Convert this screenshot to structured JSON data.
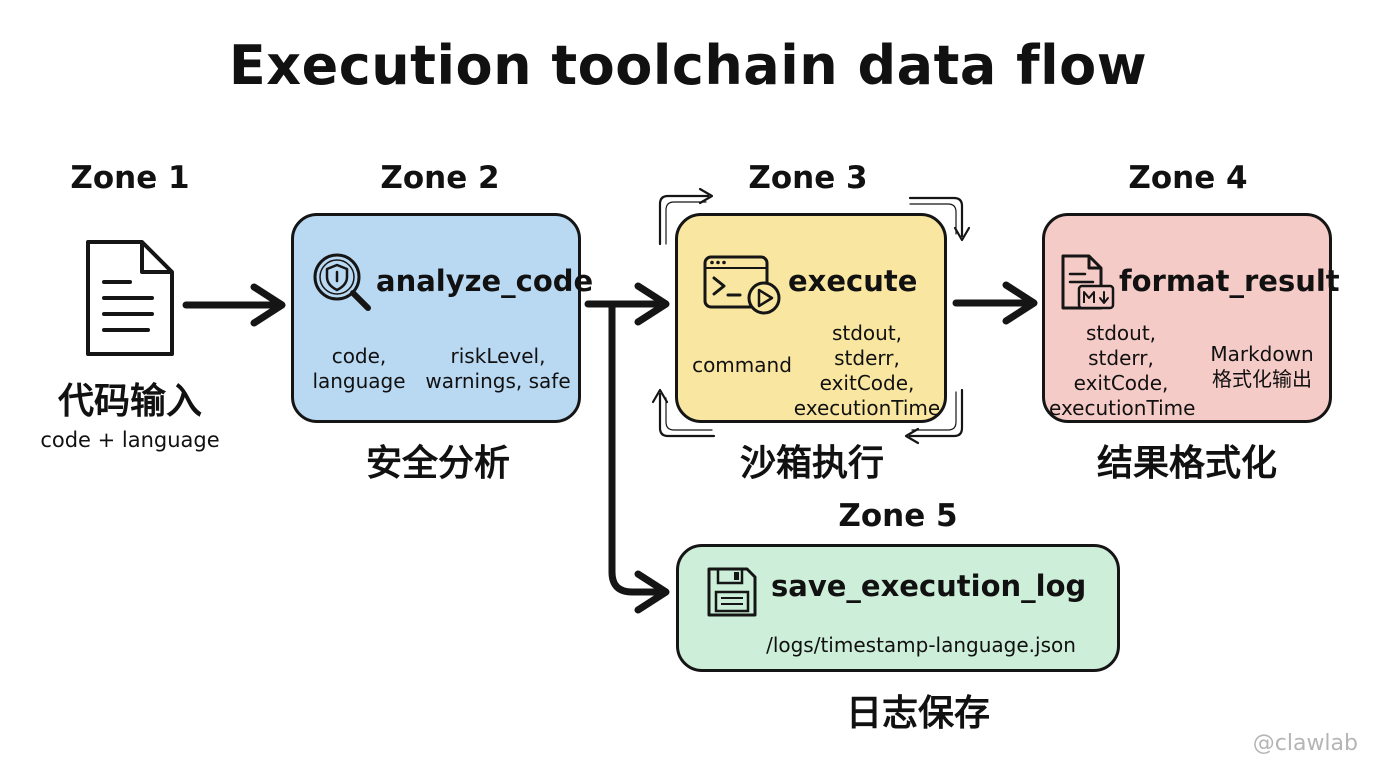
{
  "title": "Execution toolchain data flow",
  "zones": {
    "zone1": {
      "label": "Zone 1",
      "name": "代码输入",
      "sub": "code + language",
      "icon": "document-icon"
    },
    "zone2": {
      "label": "Zone 2",
      "function": "analyze_code",
      "input": [
        "code,",
        "language"
      ],
      "output": [
        "riskLevel,",
        "warnings, safe"
      ],
      "caption": "安全分析",
      "icon": "shield-magnifier-icon"
    },
    "zone3": {
      "label": "Zone 3",
      "function": "execute",
      "input": "command",
      "output": [
        "stdout,",
        "stderr,",
        "exitCode,",
        "executionTime"
      ],
      "caption": "沙箱执行",
      "icon": "terminal-play-icon"
    },
    "zone4": {
      "label": "Zone 4",
      "function": "format_result",
      "input": [
        "stdout,",
        "stderr,",
        "exitCode,",
        "executionTime"
      ],
      "output": [
        "Markdown",
        "格式化输出"
      ],
      "caption": "结果格式化",
      "icon": "markdown-file-icon"
    },
    "zone5": {
      "label": "Zone 5",
      "function": "save_execution_log",
      "path": "/logs/timestamp-language.json",
      "caption": "日志保存",
      "icon": "floppy-disk-icon"
    }
  },
  "watermark": "@clawlab",
  "colors": {
    "zone2": "#b9d8f2",
    "zone3": "#f9e7a1",
    "zone4": "#f5cbc8",
    "zone5": "#cdeed9",
    "stroke": "#151515"
  }
}
